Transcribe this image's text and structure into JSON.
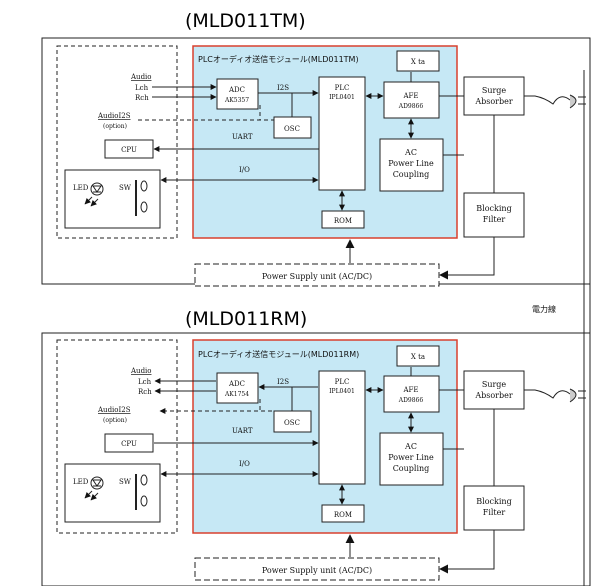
{
  "diagrams": [
    {
      "title": "(MLD011TM)",
      "module_label": "PLCオーディオ送信モジュール(MLD011TM)",
      "adc_name": "ADC",
      "adc_part": "AK5357"
    },
    {
      "title": "(MLD011RM)",
      "module_label": "PLCオーディオ送信モジュール(MLD011RM)",
      "adc_name": "ADC",
      "adc_part": "AK1754"
    }
  ],
  "labels": {
    "audio": "Audio",
    "lch": "Lch",
    "rch": "Rch",
    "audio_i2s": "AudioI2S",
    "option": "(option)",
    "cpu": "CPU",
    "led": "LED",
    "sw": "SW",
    "i2s": "I2S",
    "uart": "UART",
    "io": "I/O",
    "osc": "OSC",
    "plc": "PLC",
    "plc_part": "IPL0401",
    "rom": "ROM",
    "xtal": "X ta",
    "afe": "AFE",
    "afe_part": "AD9866",
    "ac": "AC",
    "power_line": "Power Line",
    "coupling": "Coupling",
    "surge": "Surge",
    "absorber": "Absorber",
    "blocking": "Blocking",
    "filter": "Filter",
    "power_supply": "Power Supply   unit   (AC/DC)",
    "power_line_jp": "電力線"
  },
  "colors": {
    "module_fill": "#c6e8f5",
    "module_border": "#d9402e",
    "line": "#222222"
  }
}
